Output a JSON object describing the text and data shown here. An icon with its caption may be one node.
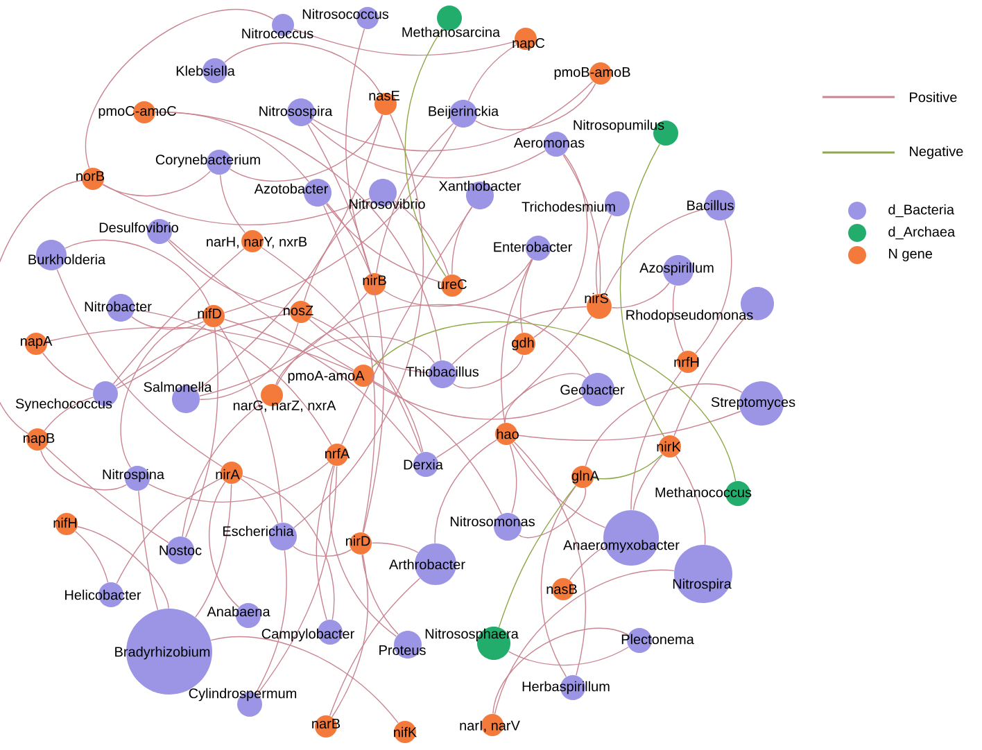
{
  "diagram": {
    "nodes": [
      {
        "text": [
          "Nitrococcus"
        ]
      },
      {
        "text": [
          "Nitrosococcus"
        ]
      },
      {
        "text": [
          "Methanosarcina"
        ]
      },
      {
        "text": [
          "napC"
        ]
      },
      {
        "text": [
          "pmoB-amoB"
        ]
      },
      {
        "text": [
          "Klebsiella"
        ]
      },
      {
        "text": [
          "Nitrosospira"
        ]
      },
      {
        "text": [
          "nasE"
        ]
      },
      {
        "text": [
          "Beijerinckia"
        ]
      },
      {
        "text": [
          "pmoC-amoC"
        ]
      },
      {
        "text": [
          "Aeromonas"
        ]
      },
      {
        "text": [
          "Nitrosopumilus"
        ]
      },
      {
        "text": [
          "Corynebacterium"
        ]
      },
      {
        "text": [
          "norB"
        ]
      },
      {
        "text": [
          "Azotobacter"
        ]
      },
      {
        "text": [
          "Nitrosovibrio"
        ]
      },
      {
        "text": [
          "Xanthobacter"
        ]
      },
      {
        "text": [
          "Trichodesmium"
        ]
      },
      {
        "text": [
          "Bacillus"
        ]
      },
      {
        "text": [
          "Desulfovibrio"
        ]
      },
      {
        "text": [
          "narH, narY, nxrB"
        ]
      },
      {
        "text": [
          "Burkholderia"
        ]
      },
      {
        "text": [
          "Enterobacter"
        ]
      },
      {
        "text": [
          "Azospirillum"
        ]
      },
      {
        "text": [
          "nirB"
        ]
      },
      {
        "text": [
          "ureC"
        ]
      },
      {
        "text": [
          "Nitrobacter"
        ]
      },
      {
        "text": [
          "nifD"
        ]
      },
      {
        "text": [
          "nosZ"
        ]
      },
      {
        "text": [
          "nirS"
        ]
      },
      {
        "text": [
          "Rhodopseudomonas"
        ]
      },
      {
        "text": [
          "napA"
        ]
      },
      {
        "text": [
          "gdh"
        ]
      },
      {
        "text": [
          "nrfH"
        ]
      },
      {
        "text": [
          "Synechococcus"
        ]
      },
      {
        "text": [
          "Salmonella"
        ]
      },
      {
        "text": [
          "pmoA-amoA"
        ]
      },
      {
        "text": [
          "narG, narZ, nxrA"
        ]
      },
      {
        "text": [
          "Thiobacillus"
        ]
      },
      {
        "text": [
          "Geobacter"
        ]
      },
      {
        "text": [
          "Streptomyces"
        ]
      },
      {
        "text": [
          "napB"
        ]
      },
      {
        "text": [
          "Nitrospina"
        ]
      },
      {
        "text": [
          "nirA"
        ]
      },
      {
        "text": [
          "nrfA"
        ]
      },
      {
        "text": [
          "Derxia"
        ]
      },
      {
        "text": [
          "hao"
        ]
      },
      {
        "text": [
          "nirK"
        ]
      },
      {
        "text": [
          "glnA"
        ]
      },
      {
        "text": [
          "Methanococcus"
        ]
      },
      {
        "text": [
          "nifH"
        ]
      },
      {
        "text": [
          "Nostoc"
        ]
      },
      {
        "text": [
          "Escherichia"
        ]
      },
      {
        "text": [
          "nirD"
        ]
      },
      {
        "text": [
          "Nitrosomonas"
        ]
      },
      {
        "text": [
          "Arthrobacter"
        ]
      },
      {
        "text": [
          "Anaeromyxobacter"
        ]
      },
      {
        "text": [
          "Nitrospira"
        ]
      },
      {
        "text": [
          "Helicobacter"
        ]
      },
      {
        "text": [
          "nasB"
        ]
      },
      {
        "text": [
          "Anabaena"
        ]
      },
      {
        "text": [
          "Campylobacter"
        ]
      },
      {
        "text": [
          "Proteus"
        ]
      },
      {
        "text": [
          "Bradyrhizobium"
        ]
      },
      {
        "text": [
          "Nitrososphaera"
        ]
      },
      {
        "text": [
          "Plectonema"
        ]
      },
      {
        "text": [
          "Herbaspirillum"
        ]
      },
      {
        "text": [
          "Cylindrospermum"
        ]
      },
      {
        "text": [
          "narB"
        ]
      },
      {
        "text": [
          "nifK"
        ]
      },
      {
        "text": [
          "narI, narV"
        ]
      }
    ],
    "edges": [
      {
        "from": 0,
        "to": 13,
        "arrow": "none"
      },
      {
        "from": 5,
        "to": 7,
        "arrow": "none"
      },
      {
        "from": 9,
        "to": 14,
        "arrow": "none"
      },
      {
        "from": 9,
        "to": 38,
        "arrow": "none"
      },
      {
        "from": 1,
        "to": 24,
        "arrow": "none"
      },
      {
        "from": 12,
        "to": 13,
        "arrow": "none"
      },
      {
        "from": 12,
        "to": 20,
        "arrow": "none"
      },
      {
        "from": 12,
        "to": 7,
        "arrow": "none"
      },
      {
        "from": 13,
        "to": 15,
        "arrow": "none"
      },
      {
        "from": 13,
        "to": 41,
        "arrow": "none"
      },
      {
        "from": 19,
        "to": 28,
        "arrow": "none"
      },
      {
        "from": 19,
        "to": 36,
        "arrow": "none"
      },
      {
        "from": 21,
        "to": 27,
        "arrow": "none"
      },
      {
        "from": 21,
        "to": 43,
        "arrow": "none"
      },
      {
        "from": 26,
        "to": 27,
        "arrow": "none"
      },
      {
        "from": 26,
        "to": 44,
        "arrow": "none"
      },
      {
        "from": 31,
        "to": 36,
        "arrow": "none"
      },
      {
        "from": 31,
        "to": 34,
        "arrow": "none"
      },
      {
        "from": 18,
        "to": 29,
        "arrow": "none"
      },
      {
        "from": 18,
        "to": 33,
        "arrow": "none"
      },
      {
        "from": 10,
        "to": 29,
        "arrow": "none"
      },
      {
        "from": 10,
        "to": 32,
        "arrow": "none"
      },
      {
        "from": 17,
        "to": 29,
        "arrow": "none"
      },
      {
        "from": 22,
        "to": 32,
        "arrow": "none"
      },
      {
        "from": 22,
        "to": 46,
        "arrow": "none"
      },
      {
        "from": 22,
        "to": 24,
        "arrow": "none"
      },
      {
        "from": 16,
        "to": 25,
        "arrow": "none"
      },
      {
        "from": 16,
        "to": 44,
        "arrow": "none"
      },
      {
        "from": 8,
        "to": 24,
        "arrow": "none"
      },
      {
        "from": 8,
        "to": 27,
        "arrow": "none"
      },
      {
        "from": 8,
        "to": 3,
        "arrow": "none"
      },
      {
        "from": 8,
        "to": 4,
        "arrow": "none"
      },
      {
        "from": 4,
        "to": 6,
        "arrow": "none"
      },
      {
        "from": 6,
        "to": 53,
        "arrow": "none"
      },
      {
        "from": 6,
        "to": 10,
        "arrow": "none"
      },
      {
        "from": 7,
        "to": 52,
        "arrow": "none"
      },
      {
        "from": 7,
        "to": 35,
        "arrow": "none"
      },
      {
        "from": 23,
        "to": 29,
        "arrow": "none"
      },
      {
        "from": 23,
        "to": 33,
        "arrow": "none"
      },
      {
        "from": 30,
        "to": 47,
        "arrow": "none"
      },
      {
        "from": 33,
        "to": 56,
        "arrow": "none"
      },
      {
        "from": 40,
        "to": 46,
        "arrow": "none"
      },
      {
        "from": 40,
        "to": 48,
        "arrow": "none"
      },
      {
        "from": 39,
        "to": 46,
        "arrow": "none"
      },
      {
        "from": 39,
        "to": 36,
        "arrow": "none"
      },
      {
        "from": 47,
        "to": 57,
        "arrow": "none"
      },
      {
        "from": 47,
        "to": 56,
        "arrow": "none"
      },
      {
        "from": 48,
        "to": 54,
        "arrow": "none"
      },
      {
        "from": 48,
        "to": 66,
        "arrow": "none"
      },
      {
        "from": 56,
        "to": 59,
        "arrow": "none"
      },
      {
        "from": 56,
        "to": 46,
        "arrow": "none"
      },
      {
        "from": 57,
        "to": 70,
        "arrow": "none"
      },
      {
        "from": 65,
        "to": 70,
        "arrow": "none"
      },
      {
        "from": 65,
        "to": 64,
        "arrow": "none"
      },
      {
        "from": 66,
        "to": 46,
        "arrow": "none"
      },
      {
        "from": 55,
        "to": 68,
        "arrow": "none"
      },
      {
        "from": 55,
        "to": 53,
        "arrow": "none"
      },
      {
        "from": 55,
        "to": 46,
        "arrow": "none"
      },
      {
        "from": 63,
        "to": 69,
        "arrow": "none"
      },
      {
        "from": 63,
        "to": 42,
        "arrow": "none"
      },
      {
        "from": 63,
        "to": 50,
        "arrow": "none"
      },
      {
        "from": 63,
        "to": 43,
        "arrow": "none"
      },
      {
        "from": 67,
        "to": 52,
        "arrow": "none"
      },
      {
        "from": 67,
        "to": 44,
        "arrow": "none"
      },
      {
        "from": 68,
        "to": 53,
        "arrow": "none"
      },
      {
        "from": 62,
        "to": 44,
        "arrow": "none"
      },
      {
        "from": 62,
        "to": 53,
        "arrow": "none"
      },
      {
        "from": 61,
        "to": 43,
        "arrow": "none"
      },
      {
        "from": 61,
        "to": 44,
        "arrow": "none"
      },
      {
        "from": 60,
        "to": 43,
        "arrow": "none"
      },
      {
        "from": 58,
        "to": 43,
        "arrow": "none"
      },
      {
        "from": 58,
        "to": 50,
        "arrow": "none"
      },
      {
        "from": 51,
        "to": 37,
        "arrow": "none"
      },
      {
        "from": 51,
        "to": 41,
        "arrow": "none"
      },
      {
        "from": 51,
        "to": 27,
        "arrow": "none"
      },
      {
        "from": 52,
        "to": 43,
        "arrow": "none"
      },
      {
        "from": 52,
        "to": 53,
        "arrow": "none"
      },
      {
        "from": 52,
        "to": 27,
        "arrow": "none"
      },
      {
        "from": 42,
        "to": 27,
        "arrow": "none"
      },
      {
        "from": 42,
        "to": 44,
        "arrow": "none"
      },
      {
        "from": 42,
        "to": 41,
        "arrow": "none"
      },
      {
        "from": 35,
        "to": 28,
        "arrow": "none"
      },
      {
        "from": 35,
        "to": 24,
        "arrow": "none"
      },
      {
        "from": 34,
        "to": 27,
        "arrow": "none"
      },
      {
        "from": 34,
        "to": 28,
        "arrow": "none"
      },
      {
        "from": 34,
        "to": 41,
        "arrow": "none"
      },
      {
        "from": 38,
        "to": 28,
        "arrow": "none"
      },
      {
        "from": 38,
        "to": 29,
        "arrow": "none"
      },
      {
        "from": 38,
        "to": 32,
        "arrow": "none"
      },
      {
        "from": 45,
        "to": 27,
        "arrow": "none"
      },
      {
        "from": 45,
        "to": 28,
        "arrow": "none"
      },
      {
        "from": 45,
        "to": 29,
        "arrow": "none"
      },
      {
        "from": 54,
        "to": 46,
        "arrow": "none"
      },
      {
        "from": 54,
        "to": 36,
        "arrow": "none"
      },
      {
        "from": 15,
        "to": 28,
        "arrow": "none"
      },
      {
        "from": 15,
        "to": 25,
        "arrow": "none"
      },
      {
        "from": 14,
        "to": 25,
        "arrow": "none"
      },
      {
        "from": 14,
        "to": 24,
        "arrow": "none"
      },
      {
        "from": 14,
        "to": 53,
        "arrow": "none"
      },
      {
        "from": 20,
        "to": 34,
        "arrow": "none"
      },
      {
        "from": 20,
        "to": 45,
        "arrow": "none"
      },
      {
        "from": 37,
        "to": 38,
        "arrow": "none"
      },
      {
        "from": 37,
        "to": 39,
        "arrow": "none"
      },
      {
        "from": 0,
        "to": 3,
        "arrow": "none"
      },
      {
        "from": 2,
        "to": 25,
        "arrow": "none",
        "color": "#8fa84a"
      },
      {
        "from": 11,
        "to": 47,
        "arrow": "none",
        "color": "#8fa84a"
      },
      {
        "from": 36,
        "to": 49,
        "arrow": "none",
        "color": "#8fa84a"
      },
      {
        "from": 48,
        "to": 64,
        "arrow": "none",
        "color": "#8fa84a"
      },
      {
        "from": 48,
        "to": 47,
        "arrow": "none",
        "color": "#8fa84a"
      }
    ],
    "legend": [
      {
        "text": "Positive"
      },
      {
        "text": "Negative"
      },
      {
        "text": "d_Bacteria",
        "color": "#9c95e5"
      },
      {
        "text": "d_Archaea",
        "color": "#23ad6c"
      },
      {
        "text": "N gene",
        "color": "#f47a3c"
      }
    ]
  }
}
